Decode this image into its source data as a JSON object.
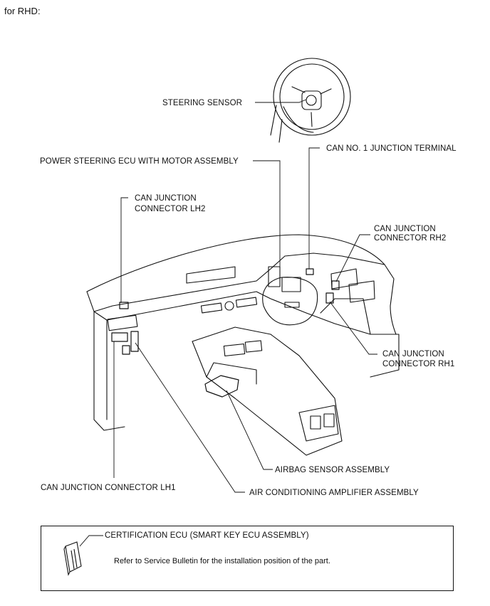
{
  "header": "for RHD:",
  "labels": {
    "steering_sensor": "STEERING SENSOR",
    "can_no1_junction_terminal": "CAN NO. 1 JUNCTION TERMINAL",
    "power_steering_ecu": "POWER STEERING ECU WITH MOTOR ASSEMBLY",
    "can_junction_lh2_line1": "CAN JUNCTION",
    "can_junction_lh2_line2": "CONNECTOR LH2",
    "can_junction_rh2_line1": "CAN JUNCTION",
    "can_junction_rh2_line2": "CONNECTOR RH2",
    "can_junction_rh1_line1": "CAN JUNCTION",
    "can_junction_rh1_line2": "CONNECTOR RH1",
    "airbag_sensor": "AIRBAG SENSOR ASSEMBLY",
    "can_junction_lh1": "CAN JUNCTION CONNECTOR LH1",
    "air_conditioning_amplifier": "AIR CONDITIONING AMPLIFIER ASSEMBLY"
  },
  "note": {
    "certification_ecu": "CERTIFICATION ECU (SMART KEY ECU ASSEMBLY)",
    "text": "Refer to Service Bulletin for the installation position of the part."
  }
}
